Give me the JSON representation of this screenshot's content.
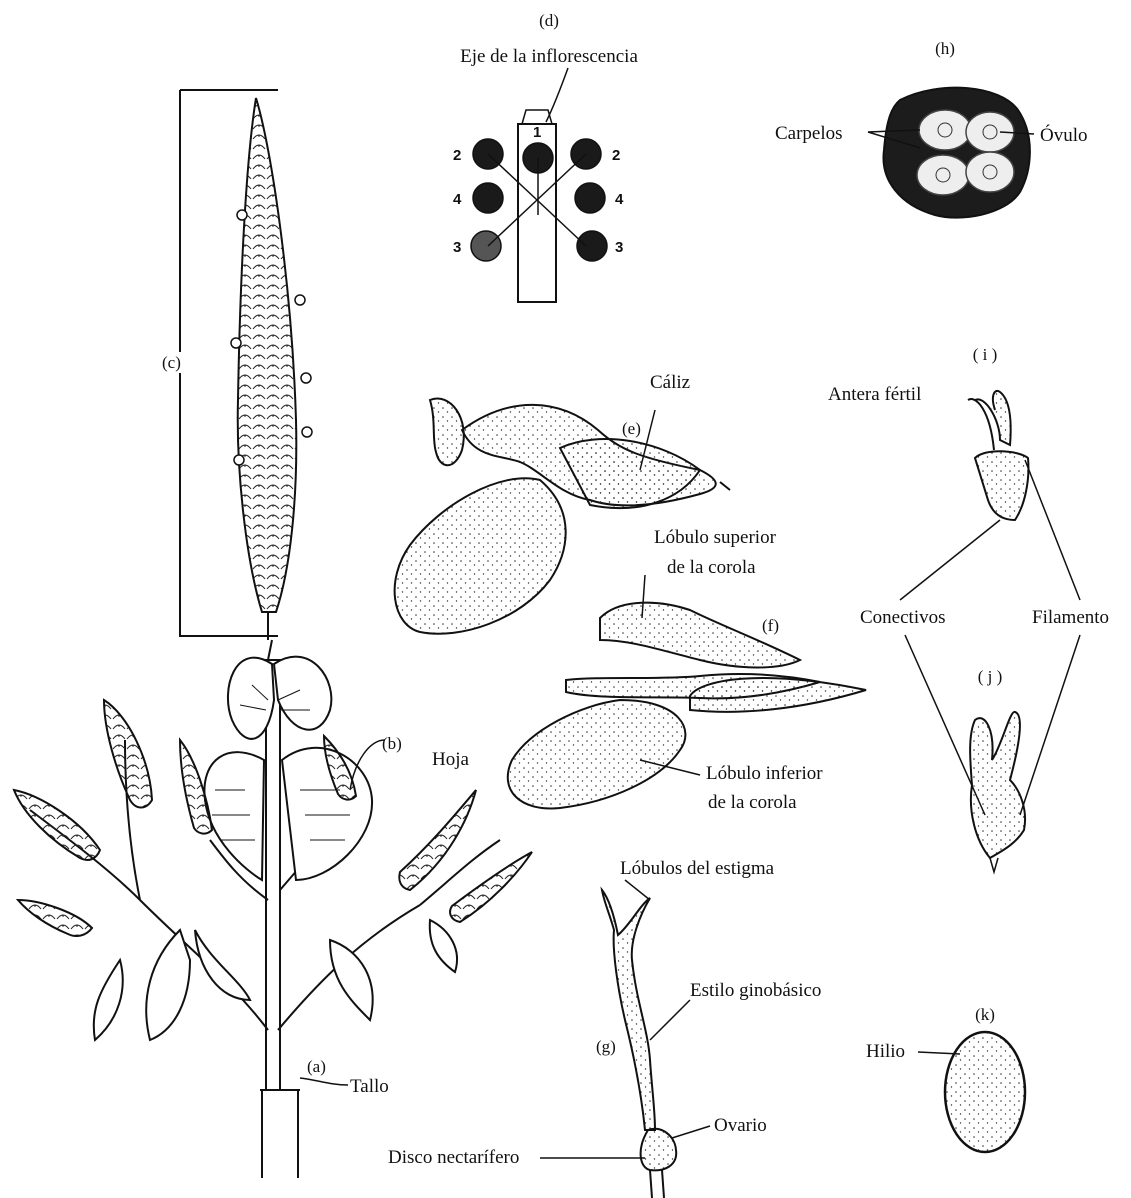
{
  "figure": {
    "markers": {
      "a": "(a)",
      "b": "(b)",
      "c": "(c)",
      "d": "(d)",
      "e": "(e)",
      "f": "(f)",
      "g": "(g)",
      "h": "(h)",
      "i": "( i )",
      "j": "( j )",
      "k": "(k)"
    },
    "labels": {
      "eje": "Eje de la inflorescencia",
      "carpelos": "Carpelos",
      "ovulo": "Óvulo",
      "caliz": "Cáliz",
      "antera": "Antera fértil",
      "lobulo_sup_1": "Lóbulo superior",
      "lobulo_sup_2": "de  la  corola",
      "conectivos": "Conectivos",
      "filamento": "Filamento",
      "hoja": "Hoja",
      "lobulo_inf_1": "Lóbulo inferior",
      "lobulo_inf_2": "de  la  corola",
      "lobulos_estigma": "Lóbulos del estigma",
      "estilo": "Estilo ginobásico",
      "tallo": "Tallo",
      "hilio": "Hilio",
      "ovario": "Ovario",
      "disco": "Disco nectarífero"
    },
    "diagram_numbers": {
      "axis_top": "1",
      "left": [
        "2",
        "4",
        "3"
      ],
      "right": [
        "2",
        "4",
        "3"
      ]
    }
  }
}
